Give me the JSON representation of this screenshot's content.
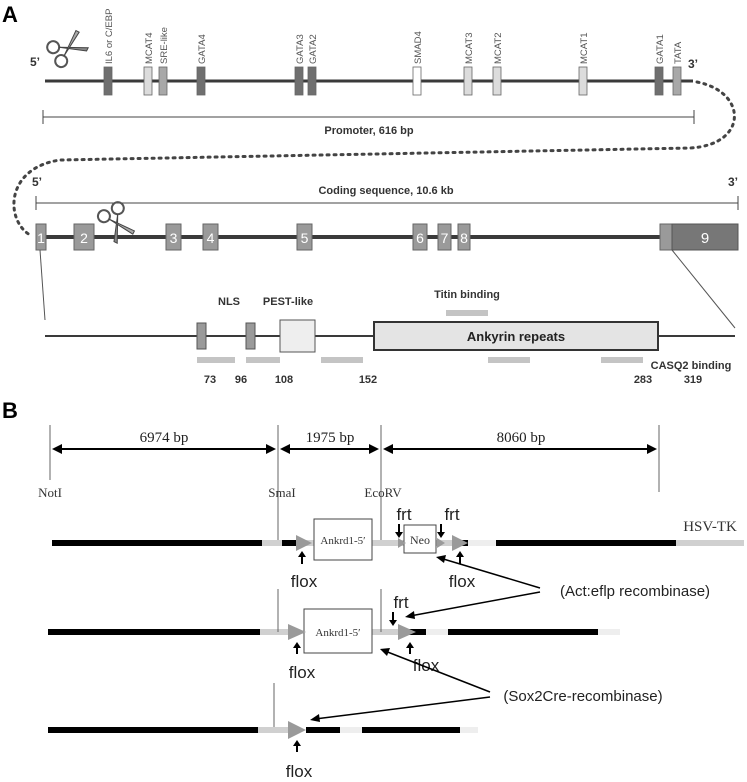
{
  "panels": {
    "a": "A",
    "b": "B"
  },
  "promoter": {
    "five_prime": "5’",
    "three_prime": "3’",
    "elements": [
      {
        "label": "IL6 or C/EBP",
        "shade": "dark"
      },
      {
        "label": "MCAT4",
        "shade": "light"
      },
      {
        "label": "SRE-like",
        "shade": "mid"
      },
      {
        "label": "GATA4",
        "shade": "dark"
      },
      {
        "label": "GATA3",
        "shade": "dark"
      },
      {
        "label": "GATA2",
        "shade": "dark"
      },
      {
        "label": "SMAD4",
        "shade": "white"
      },
      {
        "label": "MCAT3",
        "shade": "light"
      },
      {
        "label": "MCAT2",
        "shade": "light"
      },
      {
        "label": "MCAT1",
        "shade": "light"
      },
      {
        "label": "GATA1",
        "shade": "dark"
      },
      {
        "label": "TATA",
        "shade": "mid"
      }
    ],
    "length_label": "Promoter, 616 bp"
  },
  "coding": {
    "five_prime": "5’",
    "three_prime": "3’",
    "length_label": "Coding sequence, 10.6 kb",
    "exons": [
      "1",
      "2",
      "3",
      "4",
      "5",
      "6",
      "7",
      "8",
      "9"
    ]
  },
  "protein": {
    "domain_labels": {
      "nls": "NLS",
      "pest": "PEST-like",
      "titin": "Titin binding",
      "ankyrin": "Ankyrin repeats",
      "casq2": "CASQ2 binding"
    },
    "positions": [
      "73",
      "96",
      "108",
      "152",
      "283",
      "319"
    ]
  },
  "targeting": {
    "distances": [
      "6974 bp",
      "1975 bp",
      "8060 bp"
    ],
    "sites": {
      "noti": "NotI",
      "smai": "SmaI",
      "ecorv": "EcoRV"
    },
    "ankrd1_label": "Ankrd1-5′",
    "neo_label": "Neo",
    "hsv_label": "HSV-TK",
    "frt": "frt",
    "flox": "flox",
    "eflp_label": "(Act:eflp recombinase)",
    "sox2_label": "(Sox2Cre-recombinase)"
  },
  "colors": {
    "dark": "#6f6f6f",
    "mid": "#a8a8a8",
    "light": "#dcdcdc",
    "white": "#ffffff",
    "exon_fill": "#9a9a9a",
    "exon9_fill": "#777777",
    "bar_grey": "#c4c4c4"
  }
}
